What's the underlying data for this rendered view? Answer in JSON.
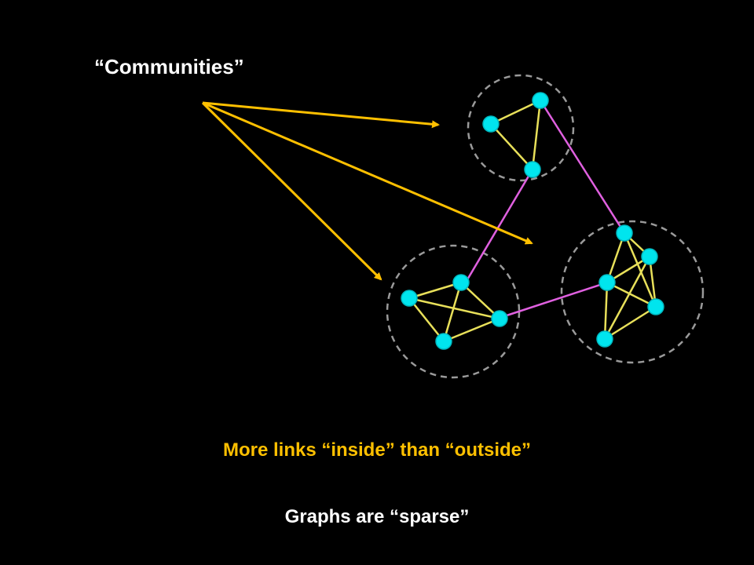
{
  "labels": {
    "communities": "“Communities”",
    "more_links": "More links “inside” than “outside”",
    "sparse": "Graphs are “sparse”"
  },
  "colors": {
    "background": "#000000",
    "arrow": "#ffc000",
    "node": "#00e5ee",
    "intra_edge": "#e8e05a",
    "inter_edge": "#e060e0",
    "community_circle": "#9a9a9a",
    "primary_text": "#ffffff",
    "accent_text": "#ffc000"
  }
}
